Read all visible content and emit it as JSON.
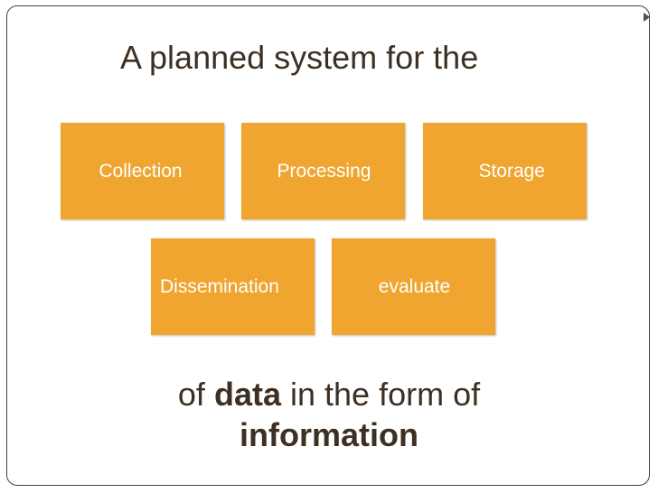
{
  "title": "A planned system for the",
  "boxes": [
    {
      "label": "Collection"
    },
    {
      "label": "Processing"
    },
    {
      "label": "Storage"
    },
    {
      "label": "Dissemination"
    },
    {
      "label": "evaluate"
    }
  ],
  "footer": {
    "prefix": "of",
    "bold_word": "data",
    "middle": "in the form of",
    "bold_line2": "information"
  },
  "colors": {
    "box_fill": "#efa530",
    "text_dark": "#3d2f22",
    "frame": "#4a3f36"
  }
}
